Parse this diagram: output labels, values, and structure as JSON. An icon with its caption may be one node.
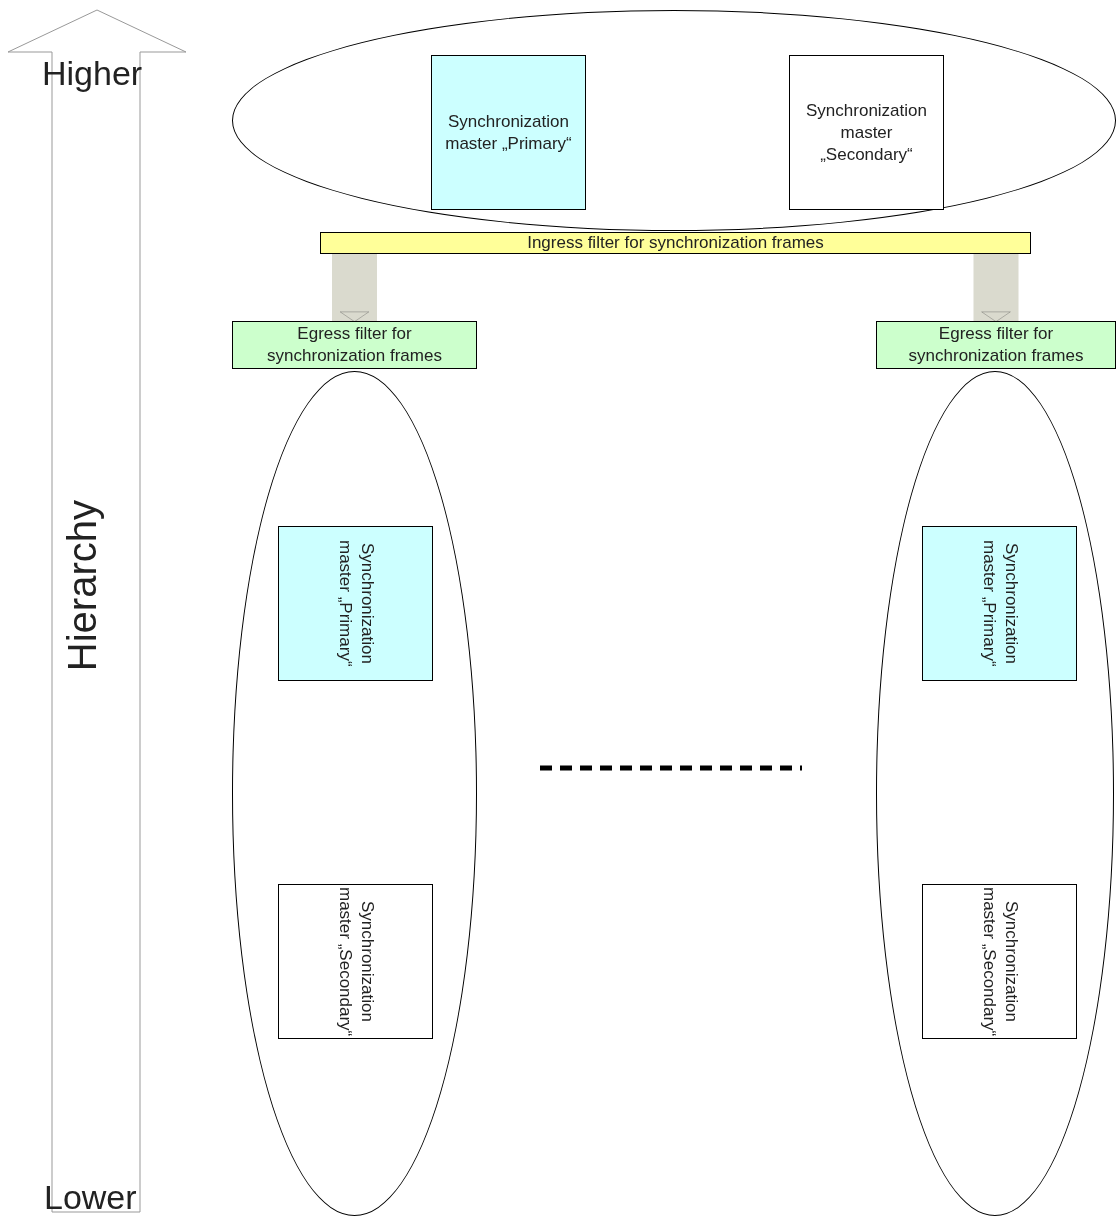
{
  "diagram": {
    "nodes": [
      {
        "text": [],
        "shape": "ellipse"
      },
      {
        "text": [
          "Synchronization master „Primary“"
        ],
        "in": 0
      },
      {
        "text": [
          "Synchronization master „Secondary“"
        ],
        "in": 0
      },
      {
        "text": [
          "Ingress filter for synchronization frames"
        ]
      },
      {
        "text": [
          "Egress filter for synchronization frames"
        ]
      },
      {
        "text": [
          "Egress filter for synchronization frames"
        ]
      },
      {
        "text": [],
        "shape": "ellipse"
      },
      {
        "text": [
          "Synchronization master „Primary“"
        ],
        "in": 6
      },
      {
        "text": [
          "Synchronization master „Secondary“"
        ],
        "in": 6
      },
      {
        "text": [],
        "shape": "ellipse"
      },
      {
        "text": [
          "Synchronization master „Primary“"
        ],
        "in": 9
      },
      {
        "text": [
          "Synchronization master „Secondary“"
        ],
        "in": 9
      }
    ],
    "edges": [
      {
        "from": 3,
        "to": 4,
        "arrow": "to"
      },
      {
        "from": 3,
        "to": 5,
        "arrow": "to"
      }
    ],
    "labels": [
      "Higher",
      "Hierarchy",
      "Lower"
    ]
  }
}
